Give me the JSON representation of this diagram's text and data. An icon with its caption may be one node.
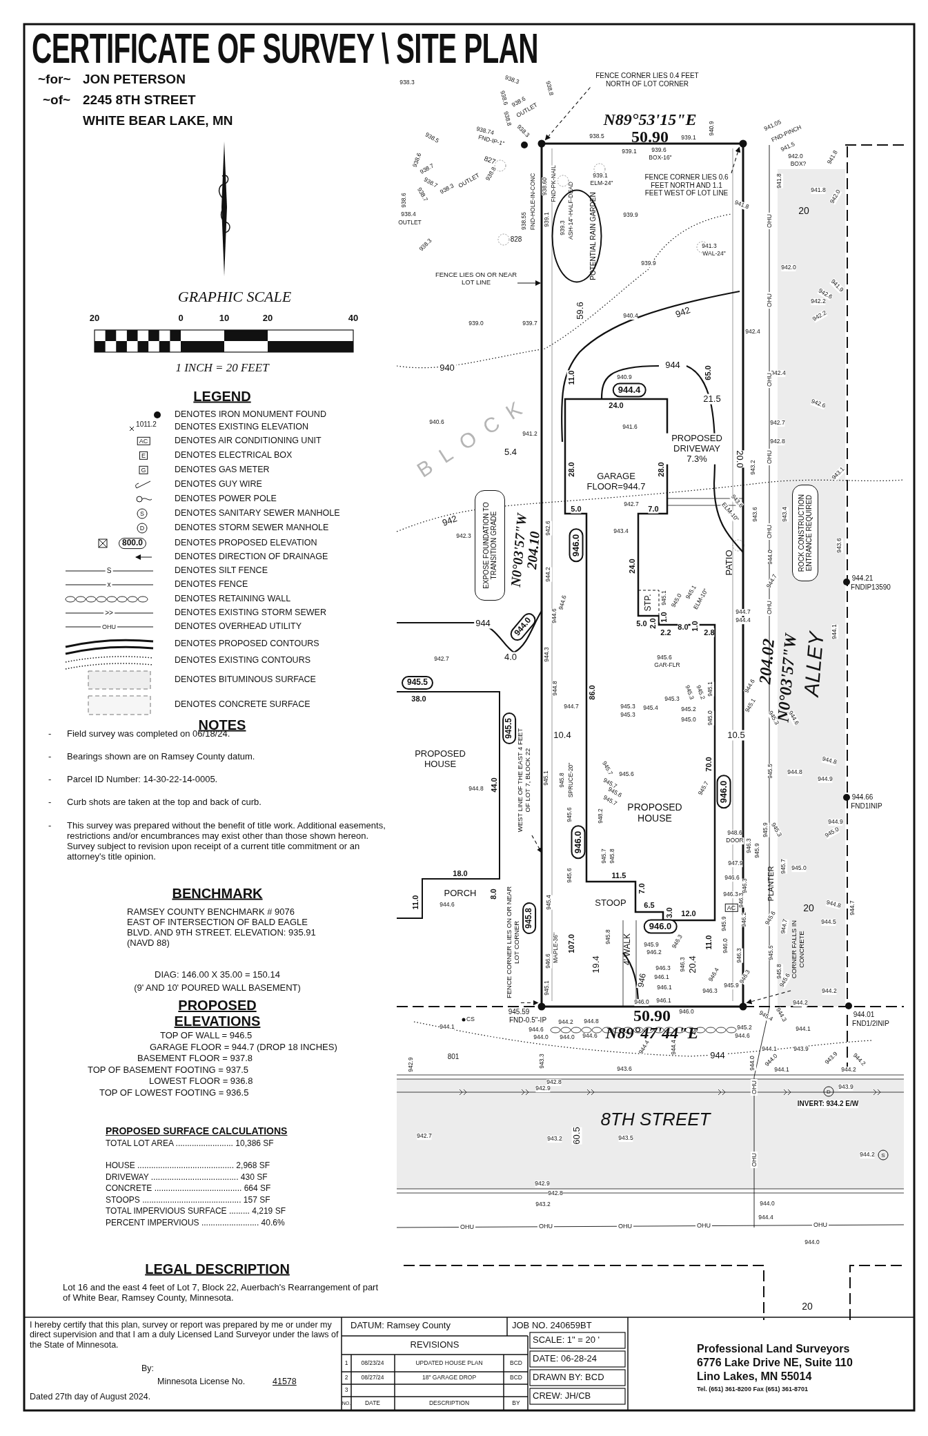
{
  "diagram": {
    "title": "CERTIFICATE OF SURVEY \\ SITE PLAN",
    "nodes": [
      {
        "text": [
          "FENCE CORNER LIES 0.4 FEET NORTH OF LOT CORNER"
        ]
      },
      {
        "text": [
          "FENCE CORNER LIES 0.6 FEET NORTH AND 1.1 FEET WEST OF LOT LINE"
        ]
      },
      {
        "text": [
          "POTENTIAL RAIN GARDEN"
        ]
      },
      {
        "text": [
          "FENCE LIES ON OR NEAR LOT LINE"
        ]
      },
      {
        "text": [
          "944.4"
        ]
      },
      {
        "text": [
          "EXPOSE FOUNDATION TO TRANSITION GRADE"
        ]
      },
      {
        "text": [
          "ROCK CONSTRUCTION ENTRANCE REQUIRED"
        ]
      },
      {
        "text": [
          "946.0"
        ]
      },
      {
        "text": [
          "944.0"
        ]
      },
      {
        "text": [
          "945.5"
        ]
      },
      {
        "text": [
          "945.5"
        ]
      },
      {
        "text": [
          "946.0"
        ]
      },
      {
        "text": [
          "WEST LINE OF THE EAST 4 FEET OF LOT 7, BLOCK 22"
        ]
      },
      {
        "text": [
          "946.0"
        ]
      },
      {
        "text": [
          "FENCE CORNER LIES ON OR NEAR LOT CORNER"
        ]
      },
      {
        "text": [
          "945.8"
        ]
      },
      {
        "text": [
          "946.0"
        ]
      },
      {
        "text": [
          "CORNER FALLS IN CONCRETE"
        ]
      },
      {
        "text": [],
        "shape": "circle"
      },
      {
        "text": [],
        "shape": "circle"
      },
      {
        "text": [],
        "shape": "circle"
      },
      {
        "text": [],
        "shape": "circle"
      }
    ],
    "edges": [
      {
        "from": 0,
        "to": 18,
        "arrow": "to",
        "style": "dashed"
      },
      {
        "from": 1,
        "to": 19,
        "arrow": "to",
        "style": "dashed"
      },
      {
        "from": 3,
        "to": null,
        "arrow": "to"
      },
      {
        "from": 12,
        "to": null,
        "arrow": "to",
        "style": "dashed"
      },
      {
        "from": 14,
        "to": 20,
        "arrow": "to",
        "style": "dashed"
      },
      {
        "from": 17,
        "to": 21,
        "arrow": "to",
        "style": "dashed"
      }
    ],
    "labels": [
      "~for~",
      "JON PETERSON",
      "~of~",
      "2245 8TH STREET",
      "WHITE BEAR LAKE, MN",
      "GRAPHIC SCALE",
      "20",
      "0",
      "10",
      "20",
      "40",
      "1 INCH = 20 FEET",
      "LEGEND",
      "1011.2",
      "AC",
      "E",
      "G",
      "S",
      "D",
      "800.0",
      "S",
      "x",
      ">>",
      "OHU",
      "NOTES",
      "-",
      "Field survey was completed on 06/18/24.",
      "-",
      "Bearings shown are on Ramsey County datum.",
      "-",
      "Parcel ID Number: 14-30-22-14-0005.",
      "-",
      "Curb shots are taken at the top and back of curb.",
      "-",
      "This survey was prepared without the benefit of title work. Additional easements, restrictions and/or encumbrances may exist other than those shown hereon. Survey subject to revision upon receipt of a current title commitment or an attorney's title opinion.",
      "BENCHMARK",
      "RAMSEY COUNTY BENCHMARK # 9076 EAST OF INTERSECTION OF BALD EAGLE BLVD. AND 9TH STREET. ELEVATION: 935.91 (NAVD 88)",
      "DIAG: 146.00 X 35.00 = 150.14",
      "(9' AND 10' POURED WALL BASEMENT)",
      "PROPOSED ELEVATIONS",
      "TOP OF WALL = 946.5",
      "GARAGE FLOOR = 944.7 (DROP 18 INCHES)",
      "BASEMENT FLOOR = 937.8",
      "TOP OF BASEMENT FOOTING = 937.5",
      "LOWEST FLOOR = 936.8",
      "TOP OF LOWEST FOOTING = 936.5",
      "PROPOSED SURFACE CALCULATIONS",
      "TOTAL LOT AREA ......................... 10,386 SF",
      "HOUSE .......................................... 2,968 SF",
      "DRIVEWAY ...................................... 430 SF",
      "CONCRETE ...................................... 664 SF",
      "STOOPS ........................................... 157 SF",
      "TOTAL IMPERVIOUS SURFACE ......... 4,219 SF",
      "PERCENT IMPERVIOUS ......................... 40.6%",
      "LEGAL DESCRIPTION",
      "Lot 16 and the east 4 feet of Lot 7, Block 22, Auerbach's Rearrangement of part of White Bear, Ramsey County, Minnesota.",
      "938.3",
      "938.3",
      "938.8",
      "938.6",
      "938.6",
      "OUTLET",
      "938.8",
      "938.5",
      "938.74",
      "FND-IP-1\"",
      "938.3",
      "827",
      "938.8",
      "938.6",
      "938.7",
      "938.7",
      "938.7",
      "938.3",
      "OUTLET",
      "938.6",
      "938.4",
      "OUTLET",
      "938.3",
      "828",
      "938.55",
      "FND-HOLE-IN-CONC",
      "938.60",
      "FND-PK-NAIL",
      "N89°53'15\"E",
      "50.90",
      "938.5",
      "939.1",
      "939.1",
      "939.6",
      "BOX-16\"",
      "940.9",
      "941.05",
      "FND-PINCH",
      "941.5",
      "942.0",
      "BOX?",
      "939.1",
      "ELM-24\"",
      "941.8",
      "941.8",
      "941.8",
      "941.8",
      "942.0",
      "20",
      "939.1",
      "939.3",
      "ASH-14\"-HALF-DEAD",
      "939.9",
      "941.3",
      "WAL-24\"",
      "939.9",
      "942.0",
      "941.9",
      "942.6",
      "942.2",
      "942.2",
      "939.0",
      "939.7",
      "940.4",
      "59.6",
      "942",
      "942.4",
      "940",
      "11.0",
      "940.9",
      "944",
      "65.0",
      "942.4",
      "24.0",
      "21.5",
      "942.6",
      "940.6",
      "941.2",
      "941.6",
      "942.7",
      "942.8",
      "BLOCK",
      "PROPOSED DRIVEWAY 7.3%",
      "943.2",
      "20.0",
      "5.4",
      "28.0",
      "28.0",
      "GARAGE FLOOR=944.7",
      "943.1",
      "5.0",
      "942.7",
      "7.0",
      "943.6",
      "ELM-10\"",
      "943.6",
      "943.4",
      "942",
      "942.3",
      "N0°03'57\"W",
      "204.10",
      "942.6",
      "943.4",
      "24.0",
      "PATIO",
      "944.0",
      "944.7",
      "943.6",
      "944.21",
      "FNDIP13590",
      "944.2",
      "944.6",
      "944.6",
      "STP.",
      "945.1",
      "1.0",
      "945.0",
      "945.1",
      "ELM-10\"",
      "944.7",
      "944.4",
      "5.0",
      "2.0",
      "2.2",
      "8.0",
      "1.0",
      "2.8",
      "944",
      "4.0",
      "944.3",
      "942.7",
      "945.6",
      "GAR-FLR",
      "204.02",
      "N0°03'57\"W",
      "ALLEY",
      "944.1",
      "38.0",
      "944.8",
      "944.7",
      "86.0",
      "945.3",
      "945.3",
      "945.4",
      "945.3",
      "945.3",
      "945.2",
      "945.1",
      "945.2",
      "945.0",
      "945.0",
      "944.6",
      "945.1",
      "945.3",
      "944.6",
      "10.4",
      "10.5",
      "PROPOSED HOUSE",
      "944.8",
      "944.8",
      "944.9",
      "945.5",
      "944.66",
      "FND1INIP",
      "945.7",
      "945.6",
      "945.7",
      "945.6",
      "945.7",
      "945.7",
      "70.0",
      "945.1",
      "945.8",
      "SPRUCE-20\"",
      "44.0",
      "944.8",
      "945.6",
      "948.2",
      "PROPOSED HOUSE",
      "948.6",
      "DOOR",
      "945.9",
      "945.3",
      "944.9",
      "945.0",
      "945.7",
      "945.8",
      "11.5",
      "947.9",
      "946.3",
      "945.9",
      "945.7",
      "945.0",
      "PLANTER",
      "945.6",
      "18.0",
      "946.6",
      "946.3",
      "11.0",
      "PORCH",
      "944.6",
      "8.0",
      "945.4",
      "STOOP",
      "7.0",
      "6.5",
      "3.0",
      "12.0",
      "946.3",
      "AC",
      "946.3",
      "20",
      "944.8",
      "944.7",
      "107.0",
      "MAPLE-36\"",
      "946.6",
      "19.4",
      "945.8",
      "4' WALK",
      "945.9",
      "946.2",
      "946.3",
      "946.3",
      "20.4",
      "11.0",
      "945.9",
      "946.0",
      "946.2",
      "946.3",
      "945.1",
      "946",
      "946.3",
      "946.1",
      "946.1",
      "946.4",
      "946.3",
      "946.3",
      "945.9",
      "946.0",
      "946.1",
      "945.6",
      "944.7",
      "945.5",
      "945.8",
      "945.6",
      "945.4",
      "944.3",
      "944.5",
      "944.2",
      "944.2",
      "944.01",
      "FND1/2INIP",
      "945.59",
      "944.1",
      "CS",
      "FND-0.5\"-IP",
      "944.2",
      "944.8",
      "944.6",
      "944.0",
      "944.0",
      "944.6",
      "50.90",
      "N89°47'44\"E",
      "946.0",
      "945.2",
      "944.6",
      "944.1",
      "801",
      "944.4",
      "944.4",
      "944",
      "942.9",
      "943.3",
      "943.6",
      "944.1",
      "943.9",
      "944.0",
      "944.0",
      "944.1",
      "943.9",
      "944.2",
      "944.2",
      "942.8",
      "942.9",
      "D",
      "943.9",
      "INVERT: 934.2 E/W",
      "8TH STREET",
      "942.7",
      "943.2",
      "60.5",
      "943.5",
      "944.2",
      "S",
      "942.9",
      "942.8",
      "943.2",
      "944.0",
      "944.4",
      "OHU",
      "OHU",
      "OHU",
      "OHU",
      "OHU",
      "944.0",
      "20",
      "OHU",
      "OHU",
      "OHU",
      "OHU",
      "OHU",
      "OHU",
      "OHU",
      "OHU",
      "I hereby certify that this plan, survey or report was prepared by me or under my direct supervision and that I am a duly Licensed Land Surveyor under the laws of the State of Minnesota.",
      "By:",
      "Minnesota License No.",
      "41578",
      "Dated 27th day of August 2024.",
      "DATUM: Ramsey County",
      "JOB NO. 240659BT",
      "REVISIONS",
      "1",
      "08/23/24",
      "UPDATED HOUSE PLAN",
      "BCD",
      "2",
      "08/27/24",
      "18\" GARAGE DROP",
      "BCD",
      "3",
      "NO.",
      "DATE",
      "DESCRIPTION",
      "BY",
      "SCALE: 1\" = 20 '",
      "DATE: 06-28-24",
      "DRAWN BY: BCD",
      "CREW: JH/CB",
      "Professional Land Surveyors",
      "6776 Lake Drive NE, Suite 110",
      "Lino Lakes, MN 55014",
      "Tel. (651) 361-8200 Fax (651) 361-8701"
    ],
    "legend": [
      {
        "text": "DENOTES IRON MONUMENT FOUND"
      },
      {
        "text": "DENOTES EXISTING ELEVATION"
      },
      {
        "text": "DENOTES AIR CONDITIONING UNIT"
      },
      {
        "text": "DENOTES ELECTRICAL BOX"
      },
      {
        "text": "DENOTES GAS METER"
      },
      {
        "text": "DENOTES GUY WIRE"
      },
      {
        "text": "DENOTES POWER POLE"
      },
      {
        "text": "DENOTES SANITARY SEWER MANHOLE"
      },
      {
        "text": "DENOTES STORM SEWER MANHOLE"
      },
      {
        "text": "DENOTES PROPOSED ELEVATION"
      },
      {
        "text": "DENOTES DIRECTION OF DRAINAGE"
      },
      {
        "text": "DENOTES SILT FENCE"
      },
      {
        "text": "DENOTES FENCE"
      },
      {
        "text": "DENOTES RETAINING WALL"
      },
      {
        "text": "DENOTES EXISTING STORM SEWER"
      },
      {
        "text": "DENOTES OVERHEAD UTILITY"
      },
      {
        "text": "DENOTES PROPOSED CONTOURS"
      },
      {
        "text": "DENOTES EXISTING CONTOURS"
      },
      {
        "text": "DENOTES BITUMINOUS SURFACE"
      },
      {
        "text": "DENOTES CONCRETE SURFACE"
      }
    ]
  }
}
